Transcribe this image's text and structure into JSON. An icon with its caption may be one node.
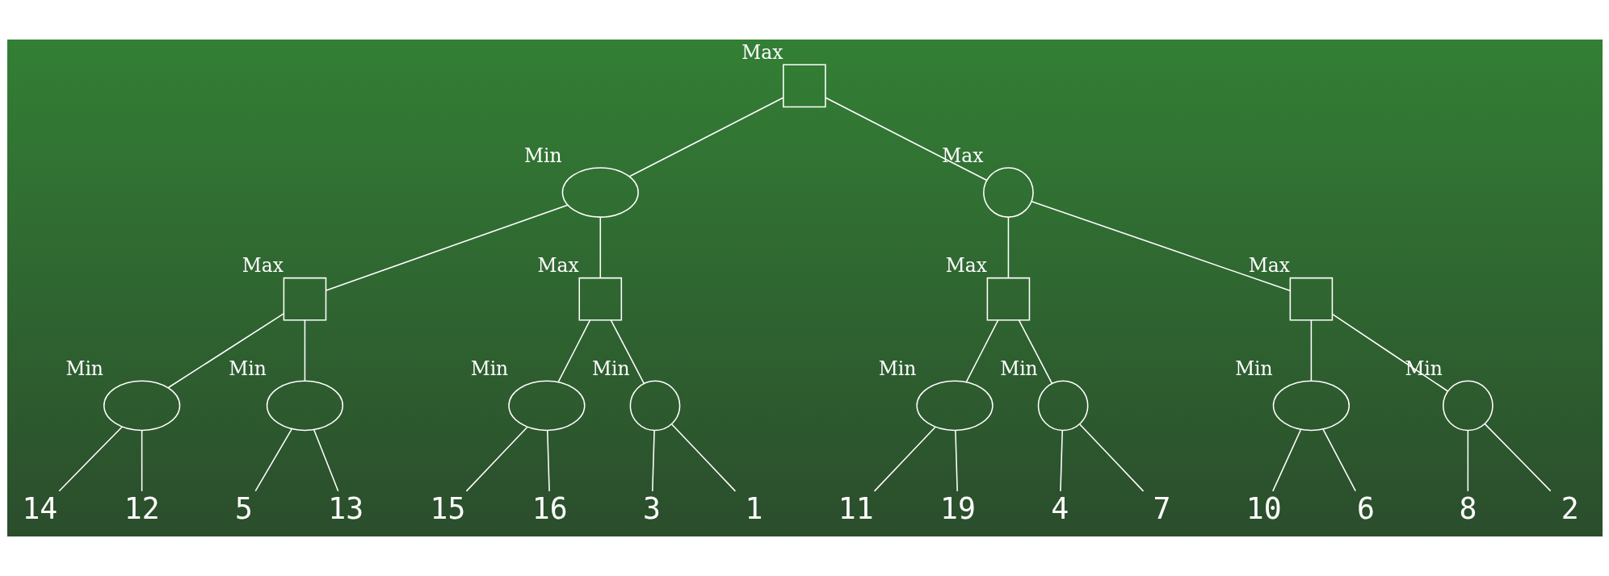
{
  "diagram": {
    "nodes": [
      {
        "text": [],
        "shape": "box",
        "beside": [
          "Max"
        ]
      },
      {
        "text": [],
        "shape": "ellipse",
        "beside": [
          "Min"
        ]
      },
      {
        "text": [],
        "shape": "circle",
        "beside": [
          "Max"
        ]
      },
      {
        "text": [],
        "shape": "box",
        "beside": [
          "Max"
        ]
      },
      {
        "text": [],
        "shape": "box",
        "beside": [
          "Max"
        ]
      },
      {
        "text": [],
        "shape": "box",
        "beside": [
          "Max"
        ]
      },
      {
        "text": [],
        "shape": "box",
        "beside": [
          "Max"
        ]
      },
      {
        "text": [],
        "shape": "ellipse",
        "beside": [
          "Min"
        ]
      },
      {
        "text": [],
        "shape": "ellipse",
        "beside": [
          "Min"
        ]
      },
      {
        "text": [],
        "shape": "ellipse",
        "beside": [
          "Min"
        ]
      },
      {
        "text": [],
        "shape": "circle",
        "beside": [
          "Min"
        ]
      },
      {
        "text": [],
        "shape": "ellipse",
        "beside": [
          "Min"
        ]
      },
      {
        "text": [],
        "shape": "circle",
        "beside": [
          "Min"
        ]
      },
      {
        "text": [],
        "shape": "ellipse",
        "beside": [
          "Min"
        ]
      },
      {
        "text": [],
        "shape": "circle",
        "beside": [
          "Min"
        ]
      },
      {
        "text": [
          "14"
        ]
      },
      {
        "text": [
          "12"
        ]
      },
      {
        "text": [
          "5"
        ]
      },
      {
        "text": [
          "13"
        ]
      },
      {
        "text": [
          "15"
        ]
      },
      {
        "text": [
          "16"
        ]
      },
      {
        "text": [
          "3"
        ]
      },
      {
        "text": [
          "1"
        ]
      },
      {
        "text": [
          "11"
        ]
      },
      {
        "text": [
          "19"
        ]
      },
      {
        "text": [
          "4"
        ]
      },
      {
        "text": [
          "7"
        ]
      },
      {
        "text": [
          "10"
        ]
      },
      {
        "text": [
          "6"
        ]
      },
      {
        "text": [
          "8"
        ]
      },
      {
        "text": [
          "2"
        ]
      }
    ],
    "edges": [
      {
        "from": 0,
        "to": 1,
        "arrow": "none"
      },
      {
        "from": 0,
        "to": 2,
        "arrow": "none"
      },
      {
        "from": 1,
        "to": 3,
        "arrow": "none"
      },
      {
        "from": 1,
        "to": 4,
        "arrow": "none"
      },
      {
        "from": 2,
        "to": 5,
        "arrow": "none"
      },
      {
        "from": 2,
        "to": 6,
        "arrow": "none"
      },
      {
        "from": 3,
        "to": 7,
        "arrow": "none"
      },
      {
        "from": 3,
        "to": 8,
        "arrow": "none"
      },
      {
        "from": 4,
        "to": 9,
        "arrow": "none"
      },
      {
        "from": 4,
        "to": 10,
        "arrow": "none"
      },
      {
        "from": 5,
        "to": 11,
        "arrow": "none"
      },
      {
        "from": 5,
        "to": 12,
        "arrow": "none"
      },
      {
        "from": 6,
        "to": 13,
        "arrow": "none"
      },
      {
        "from": 6,
        "to": 14,
        "arrow": "none"
      },
      {
        "from": 7,
        "to": 15,
        "arrow": "none"
      },
      {
        "from": 7,
        "to": 16,
        "arrow": "none"
      },
      {
        "from": 8,
        "to": 17,
        "arrow": "none"
      },
      {
        "from": 8,
        "to": 18,
        "arrow": "none"
      },
      {
        "from": 9,
        "to": 19,
        "arrow": "none"
      },
      {
        "from": 9,
        "to": 20,
        "arrow": "none"
      },
      {
        "from": 10,
        "to": 21,
        "arrow": "none"
      },
      {
        "from": 10,
        "to": 22,
        "arrow": "none"
      },
      {
        "from": 11,
        "to": 23,
        "arrow": "none"
      },
      {
        "from": 11,
        "to": 24,
        "arrow": "none"
      },
      {
        "from": 12,
        "to": 25,
        "arrow": "none"
      },
      {
        "from": 12,
        "to": 26,
        "arrow": "none"
      },
      {
        "from": 13,
        "to": 27,
        "arrow": "none"
      },
      {
        "from": 13,
        "to": 28,
        "arrow": "none"
      },
      {
        "from": 14,
        "to": 29,
        "arrow": "none"
      },
      {
        "from": 14,
        "to": 30,
        "arrow": "none"
      }
    ]
  }
}
